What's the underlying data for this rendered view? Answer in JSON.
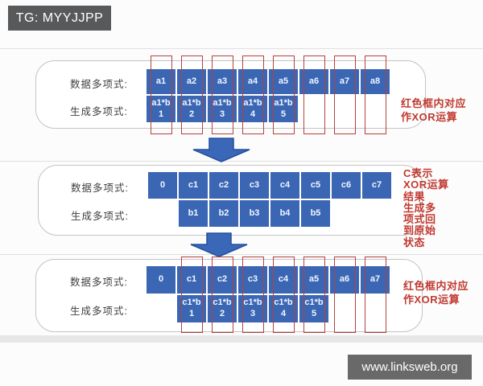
{
  "header": {
    "badge": "TG: MYYJJPP"
  },
  "watermark": "www.linksweb.org",
  "colors": {
    "cell_blue": "#3a66b4",
    "red_box": "#b5413f",
    "red_text": "#c0392f",
    "arrow_blue": "#3a67b8",
    "arrow_edge": "#24509e"
  },
  "panels": [
    {
      "rows": [
        {
          "label": "数据多项式:",
          "start_col": 0,
          "cells": [
            "a1",
            "a2",
            "a3",
            "a4",
            "a5",
            "a6",
            "a7",
            "a8"
          ]
        },
        {
          "label": "生成多项式:",
          "start_col": 0,
          "cells": [
            "a1*b\n1",
            "a1*b\n2",
            "a1*b\n3",
            "a1*b\n4",
            "a1*b\n5"
          ]
        }
      ],
      "red_box_columns": [
        0,
        1,
        2,
        3,
        4,
        5,
        6,
        7
      ],
      "annotation": "红色框内对应\n作XOR运算"
    },
    {
      "rows": [
        {
          "label": "数据多项式:",
          "start_col": 0,
          "cells": [
            "0",
            "c1",
            "c2",
            "c3",
            "c4",
            "c5",
            "c6",
            "c7"
          ]
        },
        {
          "label": "生成多项式:",
          "start_col": 1,
          "cells": [
            "b1",
            "b2",
            "b3",
            "b4",
            "b5"
          ]
        }
      ],
      "red_box_columns": [],
      "annotation": "C表示\nXOR运算\n结果\n生成多\n项式回\n到原始\n状态"
    },
    {
      "rows": [
        {
          "label": "数据多项式:",
          "start_col": 0,
          "cells": [
            "0",
            "c1",
            "c2",
            "c3",
            "c4",
            "a5",
            "a6",
            "a7"
          ]
        },
        {
          "label": "生成多项式:",
          "start_col": 1,
          "cells": [
            "c1*b\n1",
            "c1*b\n2",
            "c1*b\n3",
            "c1*b\n4",
            "c1*b\n5"
          ]
        }
      ],
      "red_box_columns": [
        1,
        2,
        3,
        4,
        5,
        6,
        7
      ],
      "annotation": "红色框内对应\n作XOR运算"
    }
  ]
}
